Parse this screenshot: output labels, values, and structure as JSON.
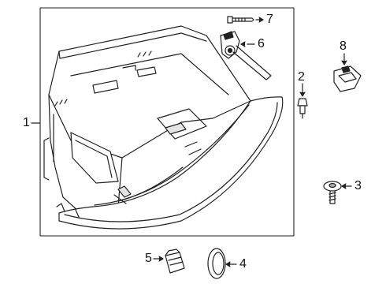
{
  "callouts": {
    "c1": "1",
    "c2": "2",
    "c3": "3",
    "c4": "4",
    "c5": "5",
    "c6": "6",
    "c7": "7",
    "c8": "8"
  },
  "colors": {
    "line": "#222222",
    "fill": "#ffffff",
    "shade": "#cfcfcf"
  }
}
